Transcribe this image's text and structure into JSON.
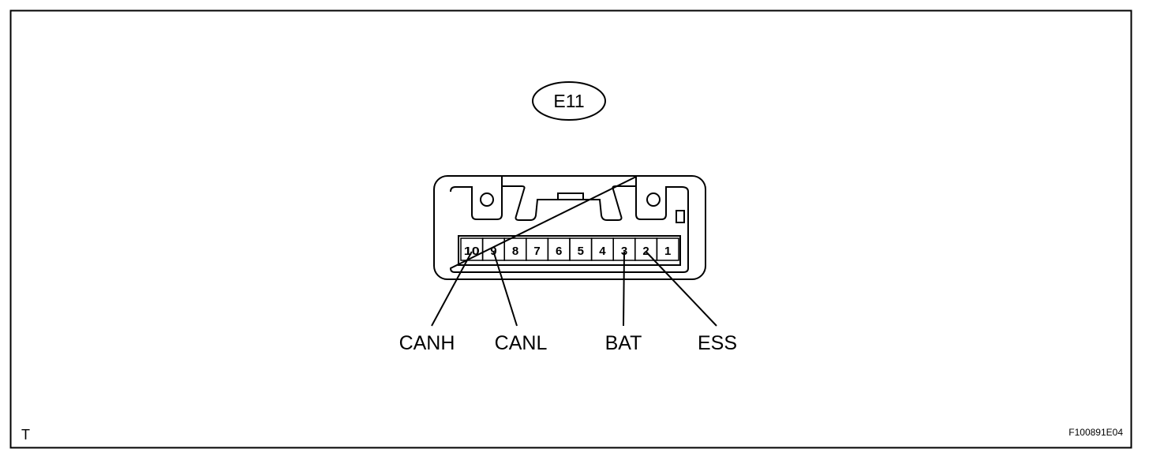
{
  "connector": {
    "id": "E11",
    "pins": [
      "10",
      "9",
      "8",
      "7",
      "6",
      "5",
      "4",
      "3",
      "2",
      "1"
    ]
  },
  "signals": [
    {
      "label": "CANH",
      "pin": "10"
    },
    {
      "label": "CANL",
      "pin": "9"
    },
    {
      "label": "BAT",
      "pin": "3"
    },
    {
      "label": "ESS",
      "pin": "2"
    }
  ],
  "corner_mark": "T",
  "figure_code": "F100891E04",
  "colors": {
    "stroke": "#000000",
    "background": "#ffffff"
  }
}
